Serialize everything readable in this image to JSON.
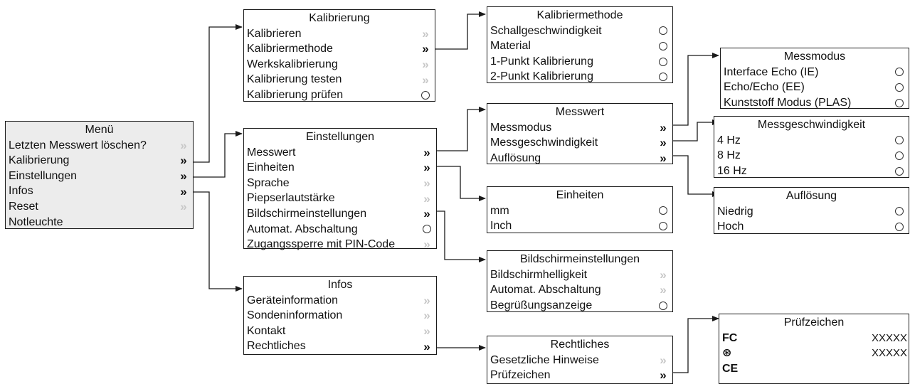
{
  "menu": {
    "title": "Menü",
    "items": [
      {
        "label": "Letzten Messwert löschen?",
        "mark": "chevron-light"
      },
      {
        "label": "Kalibrierung",
        "mark": "chevron-dark"
      },
      {
        "label": "Einstellungen",
        "mark": "chevron-dark"
      },
      {
        "label": "Infos",
        "mark": "chevron-dark"
      },
      {
        "label": "Reset",
        "mark": "chevron-light"
      },
      {
        "label": "Notleuchte",
        "mark": "none"
      }
    ]
  },
  "kalibrierung": {
    "title": "Kalibrierung",
    "items": [
      {
        "label": "Kalibrieren",
        "mark": "chevron-light"
      },
      {
        "label": "Kalibriermethode",
        "mark": "chevron-dark"
      },
      {
        "label": "Werkskalibrierung",
        "mark": "chevron-light"
      },
      {
        "label": "Kalibrierung testen",
        "mark": "chevron-light"
      },
      {
        "label": "Kalibrierung prüfen",
        "mark": "radio"
      }
    ]
  },
  "kalibriermethode": {
    "title": "Kalibriermethode",
    "items": [
      {
        "label": "Schallgeschwindigkeit",
        "mark": "radio"
      },
      {
        "label": "Material",
        "mark": "radio"
      },
      {
        "label": "1-Punkt Kalibrierung",
        "mark": "radio"
      },
      {
        "label": "2-Punkt Kalibrierung",
        "mark": "radio"
      }
    ]
  },
  "einstellungen": {
    "title": "Einstellungen",
    "items": [
      {
        "label": "Messwert",
        "mark": "chevron-dark"
      },
      {
        "label": "Einheiten",
        "mark": "chevron-dark"
      },
      {
        "label": "Sprache",
        "mark": "chevron-light"
      },
      {
        "label": "Piepserlautstärke",
        "mark": "chevron-light"
      },
      {
        "label": "Bildschirmeinstellungen",
        "mark": "chevron-dark"
      },
      {
        "label": "Automat. Abschaltung",
        "mark": "radio"
      },
      {
        "label": "Zugangssperre mit PIN-Code",
        "mark": "chevron-light"
      }
    ]
  },
  "messwert": {
    "title": "Messwert",
    "items": [
      {
        "label": "Messmodus",
        "mark": "chevron-dark"
      },
      {
        "label": "Messgeschwindigkeit",
        "mark": "chevron-dark"
      },
      {
        "label": "Auflösung",
        "mark": "chevron-dark"
      }
    ]
  },
  "einheiten": {
    "title": "Einheiten",
    "items": [
      {
        "label": "mm",
        "mark": "radio"
      },
      {
        "label": "Inch",
        "mark": "radio"
      }
    ]
  },
  "bildschirm": {
    "title": "Bildschirmeinstellungen",
    "items": [
      {
        "label": "Bildschirmhelligkeit",
        "mark": "chevron-light"
      },
      {
        "label": "Automat. Abschaltung",
        "mark": "chevron-light"
      },
      {
        "label": "Begrüßungsanzeige",
        "mark": "radio"
      }
    ]
  },
  "infos": {
    "title": "Infos",
    "items": [
      {
        "label": "Geräteinformation",
        "mark": "chevron-light"
      },
      {
        "label": "Sondeninformation",
        "mark": "chevron-light"
      },
      {
        "label": "Kontakt",
        "mark": "chevron-light"
      },
      {
        "label": "Rechtliches",
        "mark": "chevron-dark"
      }
    ]
  },
  "rechtliches": {
    "title": "Rechtliches",
    "items": [
      {
        "label": "Gesetzliche Hinweise",
        "mark": "chevron-light"
      },
      {
        "label": "Prüfzeichen",
        "mark": "chevron-dark"
      }
    ]
  },
  "messmodus": {
    "title": "Messmodus",
    "items": [
      {
        "label": "Interface Echo (IE)",
        "mark": "radio"
      },
      {
        "label": "Echo/Echo (EE)",
        "mark": "radio"
      },
      {
        "label": "Kunststoff Modus (PLAS)",
        "mark": "radio"
      }
    ]
  },
  "messgeschwindigkeit": {
    "title": "Messgeschwindigkeit",
    "items": [
      {
        "label": "4 Hz",
        "mark": "radio"
      },
      {
        "label": "8 Hz",
        "mark": "radio"
      },
      {
        "label": "16 Hz",
        "mark": "radio"
      }
    ]
  },
  "aufloesung": {
    "title": "Auflösung",
    "items": [
      {
        "label": "Niedrig",
        "mark": "radio"
      },
      {
        "label": "Hoch",
        "mark": "radio"
      }
    ]
  },
  "pruefzeichen": {
    "title": "Prüfzeichen",
    "items": [
      {
        "icon": "FC",
        "icon_name": "fcc-mark-icon",
        "value": "XXXXX"
      },
      {
        "icon": "⊛",
        "icon_name": "rcm-mark-icon",
        "value": "XXXXX"
      },
      {
        "icon": "CE",
        "icon_name": "ce-mark-icon",
        "value": ""
      }
    ]
  },
  "colors": {
    "line": "#1a1a1a",
    "menu_bg": "#ececec",
    "chevron_dark": "#111111",
    "chevron_light": "#c8c8c8"
  }
}
